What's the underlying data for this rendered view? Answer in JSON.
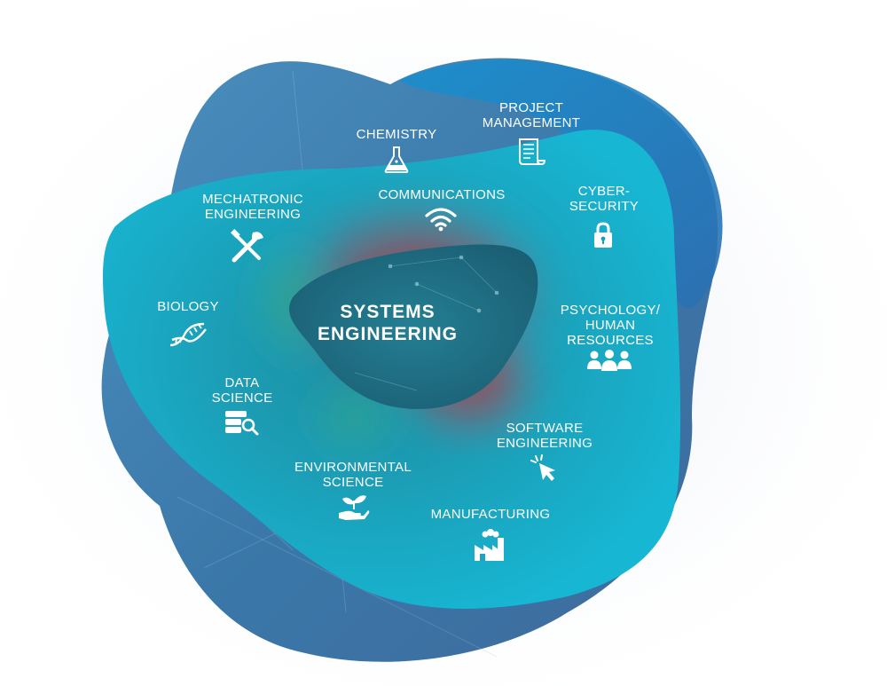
{
  "center": {
    "line1": "SYSTEMS",
    "line2": "ENGINEERING"
  },
  "disciplines": {
    "chemistry": [
      "CHEMISTRY"
    ],
    "project_management": [
      "PROJECT",
      "MANAGEMENT"
    ],
    "communications": [
      "COMMUNICATIONS"
    ],
    "cybersecurity": [
      "CYBER-",
      "SECURITY"
    ],
    "mechatronic": [
      "MECHATRONIC",
      "ENGINEERING"
    ],
    "biology": [
      "BIOLOGY"
    ],
    "psychology": [
      "PSYCHOLOGY/",
      "HUMAN",
      "RESOURCES"
    ],
    "data_science": [
      "DATA",
      "SCIENCE"
    ],
    "software": [
      "SOFTWARE",
      "ENGINEERING"
    ],
    "environmental": [
      "ENVIRONMENTAL",
      "SCIENCE"
    ],
    "manufacturing": [
      "MANUFACTURING"
    ]
  },
  "icons": {
    "chemistry": "flask-icon",
    "project_management": "scroll-icon",
    "communications": "wifi-icon",
    "cybersecurity": "lock-icon",
    "mechatronic": "tools-icon",
    "biology": "dna-icon",
    "psychology": "people-icon",
    "data_science": "database-search-icon",
    "software": "cursor-click-icon",
    "environmental": "plant-hand-icon",
    "manufacturing": "factory-icon"
  },
  "colors": {
    "outer_blob": "#3f7fae",
    "main_blob": "#17b3cf",
    "center_blob": "#1d6f83",
    "glow_red": "#c2343e",
    "glow_green": "#3fa36a",
    "text": "#ffffff"
  }
}
